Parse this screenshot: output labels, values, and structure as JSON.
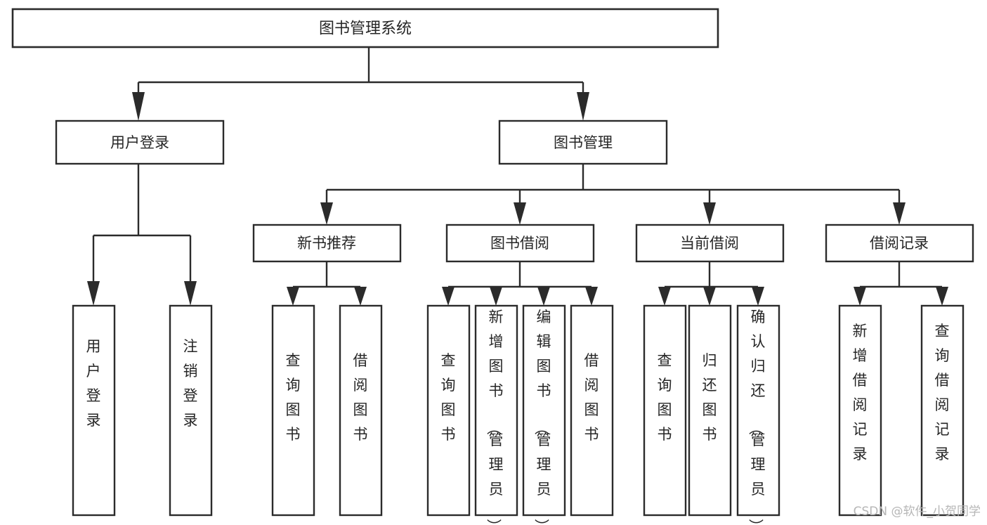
{
  "diagram": {
    "type": "tree",
    "orientation": "top-down",
    "title": "图书管理系统",
    "colors": {
      "box_fill": "#ffffff",
      "box_stroke": "#2b2b2b",
      "text": "#262626",
      "background": "#ffffff",
      "watermark": "#b6b6b6"
    },
    "levels": {
      "root": {
        "label": "图书管理系统"
      },
      "level2": [
        {
          "label": "用户登录"
        },
        {
          "label": "图书管理"
        }
      ],
      "level3": [
        {
          "label": "新书推荐"
        },
        {
          "label": "图书借阅"
        },
        {
          "label": "当前借阅"
        },
        {
          "label": "借阅记录"
        }
      ]
    },
    "leaves": {
      "user_login": [
        {
          "label": "用户登录"
        },
        {
          "label": "注销登录"
        }
      ],
      "new_book_recommend": [
        {
          "label": "查询图书"
        },
        {
          "label": "借阅图书"
        }
      ],
      "book_borrow": [
        {
          "label": "查询图书"
        },
        {
          "label": "新增图书（管理员）"
        },
        {
          "label": "编辑图书（管理员）"
        },
        {
          "label": "借阅图书"
        }
      ],
      "current_borrow": [
        {
          "label": "查询图书"
        },
        {
          "label": "归还图书"
        },
        {
          "label": "确认归还（管理员）"
        }
      ],
      "borrow_record": [
        {
          "label": "新增借阅记录"
        },
        {
          "label": "查询借阅记录"
        }
      ]
    }
  },
  "watermark": {
    "text": "CSDN @软件_小贺同学"
  }
}
